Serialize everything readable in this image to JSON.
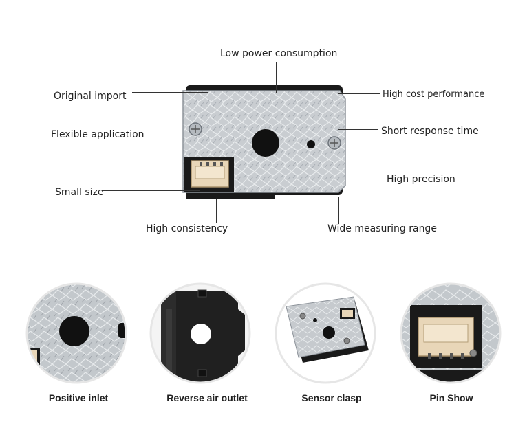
{
  "callouts": {
    "low_power": "Low power consumption",
    "original_import": "Original import",
    "high_cost_performance": "High cost performance",
    "flexible_application": "Flexible application",
    "short_response_time": "Short response time",
    "high_precision": "High precision",
    "small_size": "Small size",
    "high_consistency": "High consistency",
    "wide_measuring_range": "Wide measuring range"
  },
  "captions": {
    "positive_inlet": "Positive inlet",
    "reverse_air_outlet": "Reverse air outlet",
    "sensor_clasp": "Sensor clasp",
    "pin_show": "Pin Show"
  },
  "colors": {
    "metal": "#c9cdd1",
    "metal_dark": "#9ea4aa",
    "housing": "#1a1a1a",
    "connector": "#e8d6b8"
  },
  "icons": [
    "screw-icon",
    "connector-icon",
    "air-hole-icon"
  ]
}
